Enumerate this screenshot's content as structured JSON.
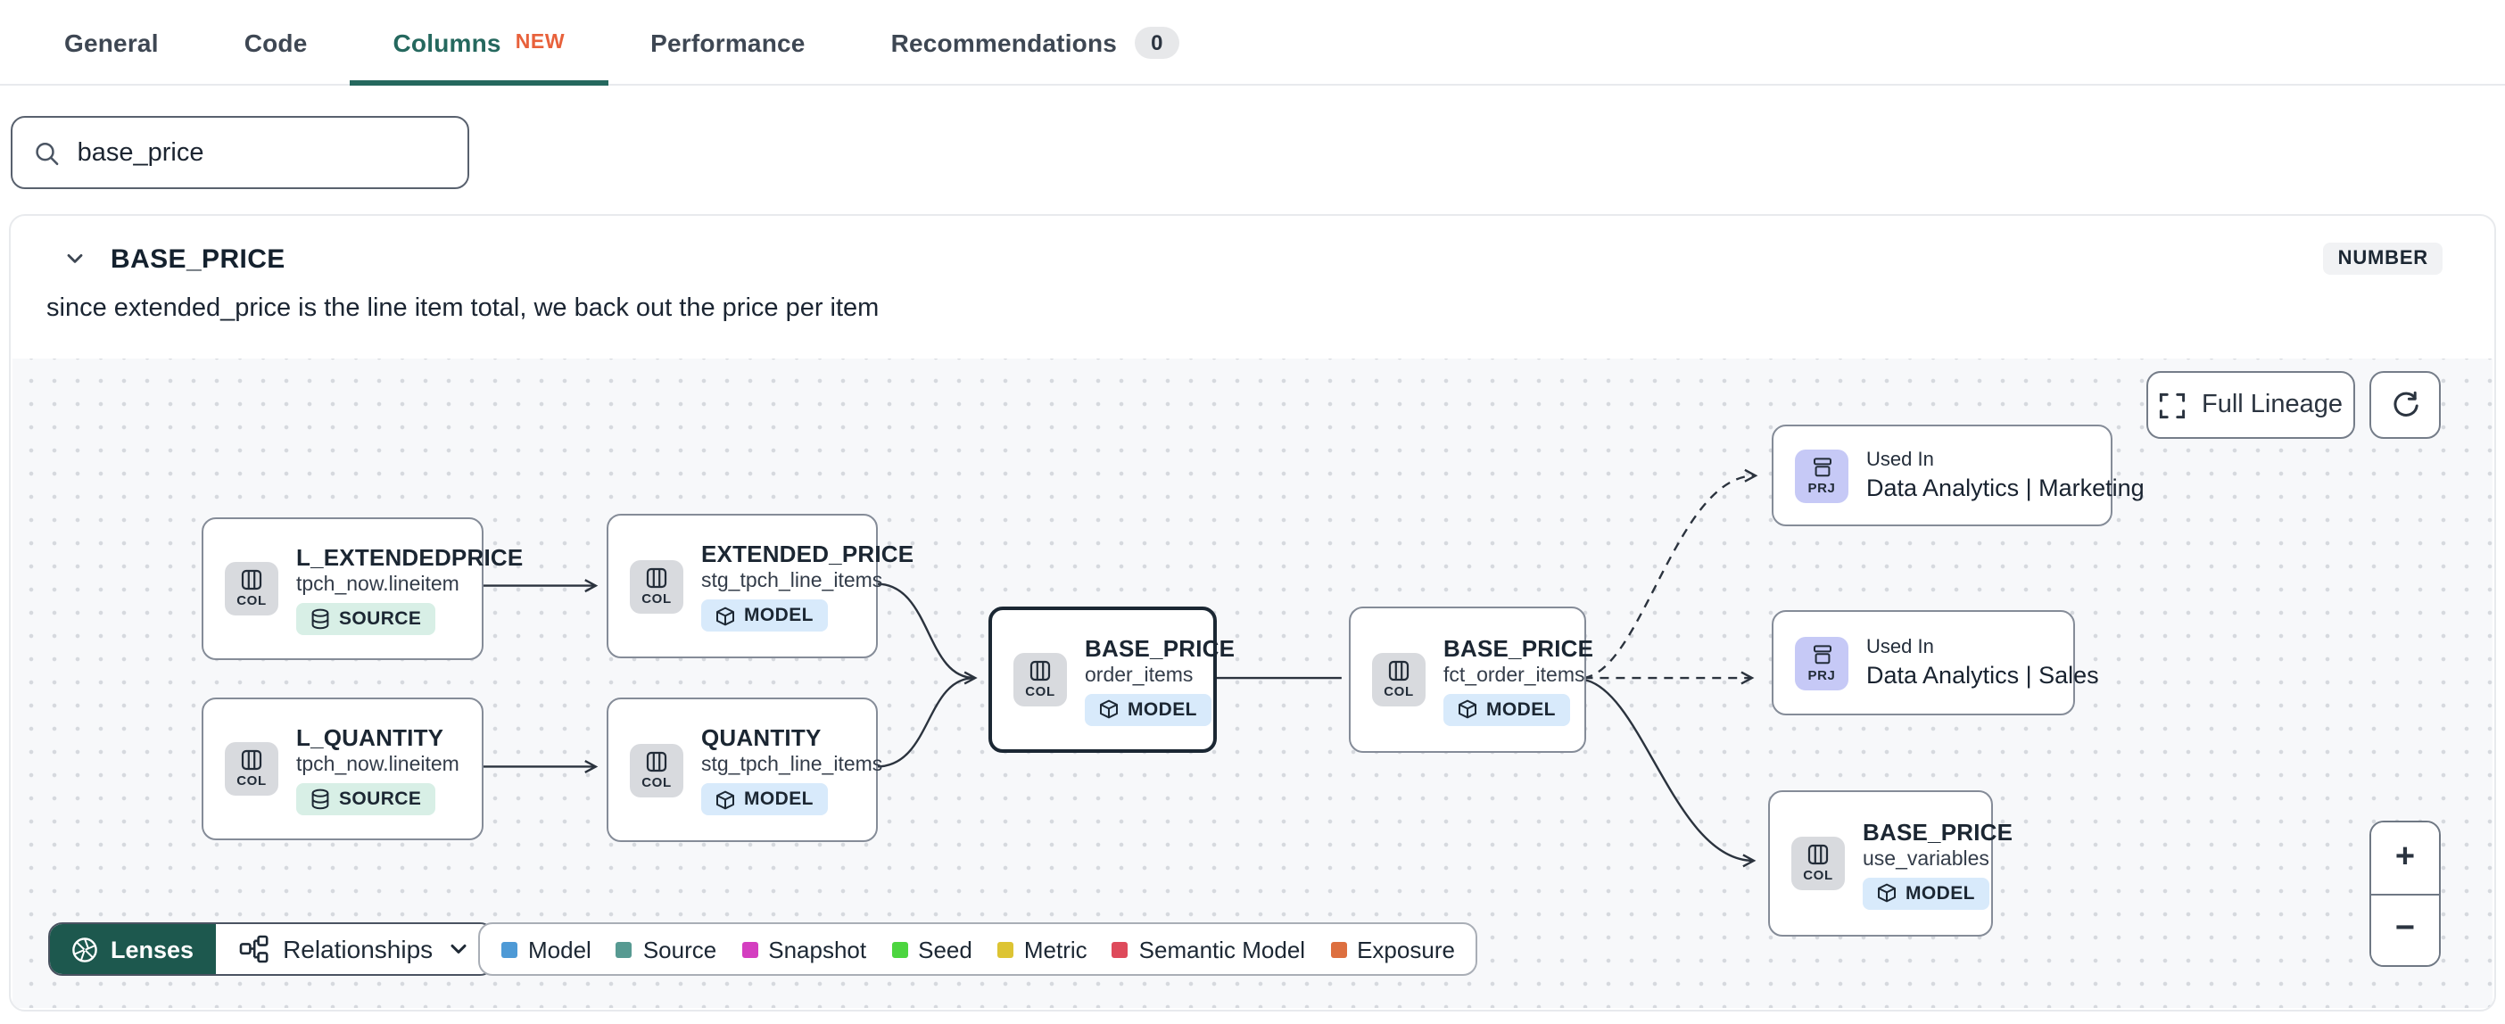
{
  "tabs": {
    "items": [
      {
        "label": "General"
      },
      {
        "label": "Code"
      },
      {
        "label": "Columns",
        "badge": "NEW"
      },
      {
        "label": "Performance"
      },
      {
        "label": "Recommendations",
        "count": "0"
      }
    ]
  },
  "search": {
    "value": "base_price"
  },
  "column_panel": {
    "title": "BASE_PRICE",
    "type_badge": "NUMBER",
    "description": "since extended_price is the line item total, we back out the price per item"
  },
  "lineage": {
    "controls": {
      "full_lineage_label": "Full Lineage",
      "lenses_label": "Lenses",
      "relationships_label": "Relationships",
      "zoom_in": "+",
      "zoom_out": "−"
    },
    "legend": [
      {
        "label": "Model",
        "color": "#4e9ad6"
      },
      {
        "label": "Source",
        "color": "#579a92"
      },
      {
        "label": "Snapshot",
        "color": "#d43ec0"
      },
      {
        "label": "Seed",
        "color": "#4cd53f"
      },
      {
        "label": "Metric",
        "color": "#ddc433"
      },
      {
        "label": "Semantic Model",
        "color": "#de4a5b"
      },
      {
        "label": "Exposure",
        "color": "#dd6f3f"
      }
    ],
    "nodes": [
      {
        "tile": "COL",
        "title": "L_EXTENDEDPRICE",
        "subtitle": "tpch_now.lineitem",
        "badge": "SOURCE"
      },
      {
        "tile": "COL",
        "title": "L_QUANTITY",
        "subtitle": "tpch_now.lineitem",
        "badge": "SOURCE"
      },
      {
        "tile": "COL",
        "title": "EXTENDED_PRICE",
        "subtitle": "stg_tpch_line_items",
        "badge": "MODEL"
      },
      {
        "tile": "COL",
        "title": "QUANTITY",
        "subtitle": "stg_tpch_line_items",
        "badge": "MODEL"
      },
      {
        "tile": "COL",
        "title": "BASE_PRICE",
        "subtitle": "order_items",
        "badge": "MODEL"
      },
      {
        "tile": "COL",
        "title": "BASE_PRICE",
        "subtitle": "fct_order_items",
        "badge": "MODEL"
      },
      {
        "tile": "PRJ",
        "title": "Used In",
        "subtitle": "Data Analytics | Marketing"
      },
      {
        "tile": "PRJ",
        "title": "Used In",
        "subtitle": "Data Analytics | Sales"
      },
      {
        "tile": "COL",
        "title": "BASE_PRICE",
        "subtitle": "use_variables",
        "badge": "MODEL"
      }
    ]
  }
}
